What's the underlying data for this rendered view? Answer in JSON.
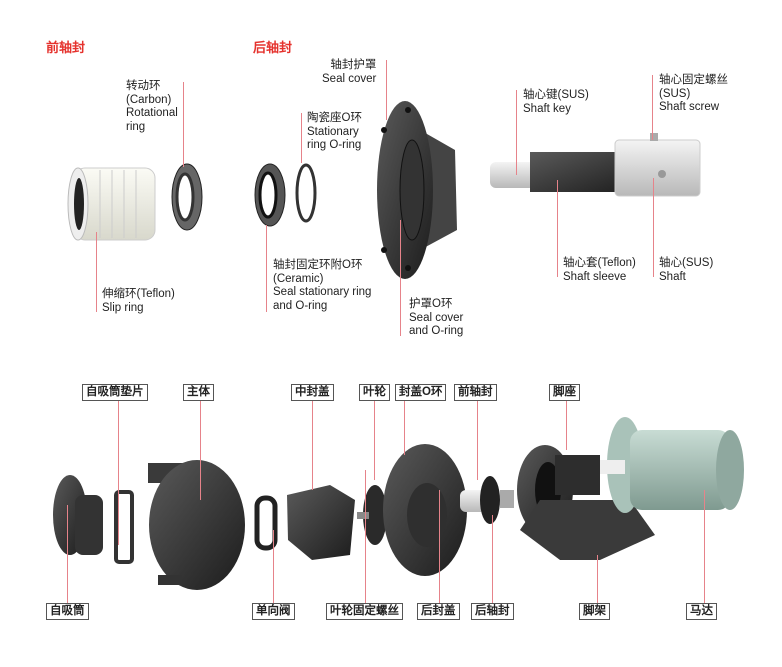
{
  "top": {
    "front_seal_heading": "前轴封",
    "rear_seal_heading": "后轴封",
    "rotational_ring": {
      "cn": "转动环",
      "l2": "(Carbon)",
      "l3": "Rotational",
      "l4": "ring"
    },
    "slip_ring": {
      "cn": "伸缩环(Teflon)",
      "en": "Slip ring"
    },
    "stationary_oring": {
      "cn": "陶瓷座O环",
      "l2": "Stationary",
      "l3": "ring O-ring"
    },
    "seal_stationary": {
      "cn": "轴封固定环附O环",
      "l2": "(Ceramic)",
      "l3": "Seal stationary ring",
      "l4": "and O-ring"
    },
    "seal_cover": {
      "cn": "轴封护罩",
      "en": "Seal cover"
    },
    "seal_cover_oring": {
      "cn": "护罩O环",
      "l2": "Seal cover",
      "l3": "and O-ring"
    },
    "shaft_key": {
      "cn": "轴心键(SUS)",
      "en": "Shaft key"
    },
    "shaft_screw": {
      "cn": "轴心固定螺丝",
      "l2": "(SUS)",
      "l3": "Shaft screw"
    },
    "shaft_sleeve": {
      "cn": "轴心套(Teflon)",
      "en": "Shaft sleeve"
    },
    "shaft": {
      "cn": "轴心(SUS)",
      "en": "Shaft"
    }
  },
  "bottom": {
    "top_labels": [
      "自吸筒垫片",
      "主体",
      "中封盖",
      "叶轮",
      "封盖O环",
      "前轴封",
      "脚座"
    ],
    "bottom_labels": [
      "自吸筒",
      "单向阀",
      "叶轮固定螺丝",
      "后封盖",
      "后轴封",
      "脚架",
      "马达"
    ]
  }
}
